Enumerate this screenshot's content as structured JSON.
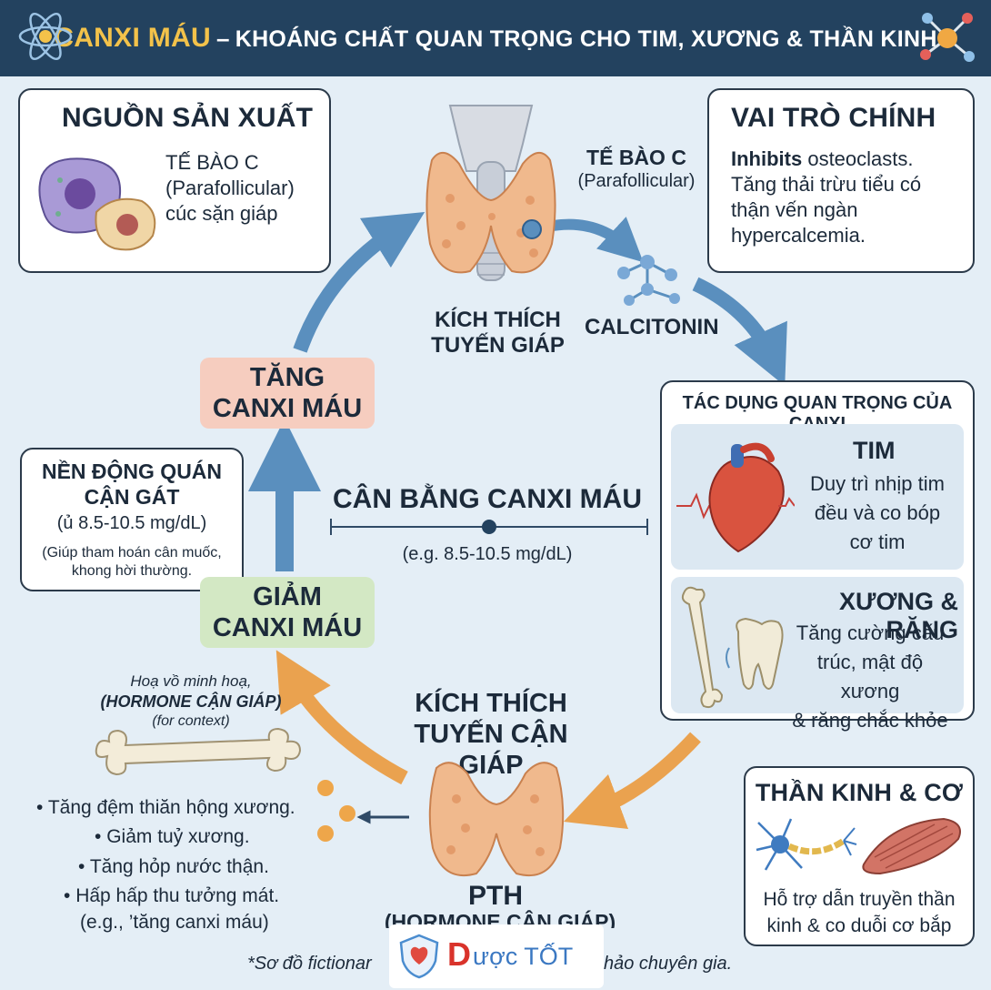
{
  "header": {
    "title_accent": "CANXI MÁU",
    "title_dash": "–",
    "title_rest": "KHOÁNG CHẤT QUAN TRỌNG CHO TIM, XƯƠNG & THẦN KINH"
  },
  "source_card": {
    "title": "NGUỒN SẢN XUẤT",
    "lines": [
      "TẾ BÀO C",
      "(Parafollicular)",
      "cúc sặn giáp"
    ]
  },
  "thyroid_top": {
    "cell_title": "TẾ BÀO C",
    "cell_sub": "(Parafollicular)",
    "stim_line1": "KÍCH THÍCH",
    "stim_line2": "TUYẾN GIÁP",
    "calcitonin": "CALCITONIN"
  },
  "role_card": {
    "title": "VAI TRÒ CHÍNH",
    "bold_word": "Inhibits",
    "first_rest": " osteoclasts.",
    "lines": [
      "Tăng thải trừu tiểu có",
      "thận vến ngàn",
      "hypercalcemia."
    ]
  },
  "increase": {
    "line1": "TĂNG",
    "line2": "CANXI MÁU"
  },
  "normal_card": {
    "title1": "NỀN ĐỘNG QUÁN",
    "title2": "CẬN GÁT",
    "range": "(ủ 8.5-10.5 mg/dL)",
    "note1": "(Giúp tham hoán cân muốc,",
    "note2": "khong hời thường."
  },
  "balance": {
    "title": "CÂN BẰNG CANXI MÁU",
    "caption": "(e.g. 8.5-10.5 mg/dL)"
  },
  "decrease": {
    "line1": "GIẢM",
    "line2": "CANXI MÁU"
  },
  "effects": {
    "title": "TÁC DỤNG QUAN TRỌNG CỦA CANXI",
    "heart": {
      "title": "TIM",
      "lines": [
        "Duy trì nhịp tim",
        "đều và co bóp",
        "cơ tim"
      ]
    },
    "bone": {
      "title": "XƯƠNG & RĂNG",
      "lines": [
        "Tăng cường cấu",
        "trúc, mật độ xương",
        "& răng chắc khỏe"
      ]
    }
  },
  "nerve_card": {
    "title": "THẦN KINH & CƠ",
    "lines": [
      "Hỗ trợ dẫn truyền thần",
      "kinh & co duỗi cơ bắp"
    ]
  },
  "illustration_note": {
    "line1": "Hoạ vồ minh hoạ,",
    "line2": "(HORMONE CẬN GIÁP)",
    "line3": "(for context)"
  },
  "pth_stim": {
    "line1": "KÍCH THÍCH",
    "line2": "TUYẾN CẬN GIÁP"
  },
  "pth": {
    "label": "PTH",
    "sub": "(HORMONE CẬN GIÁP)"
  },
  "pth_effects": [
    "Tăng đệm thiăn hộng xương.",
    "Giảm tuỷ xương.",
    "Tăng hỏp nước thận.",
    "Hấp hấp thu tưởng mát."
  ],
  "pth_example": "(e.g., ’tăng canxi máu)",
  "footer": {
    "note_left": "*Sơ đồ fictionar",
    "note_right": "hảo chuyên gia.",
    "logo_d": "D",
    "logo_rest": "ược TỐT"
  },
  "colors": {
    "header_bg": "#23425f",
    "accent_yellow": "#f3c24a",
    "increase_pill": "#f6cdbf",
    "decrease_pill": "#d3e8c4",
    "arrow_blue": "#5a8fbe",
    "arrow_orange": "#eaa24f",
    "logo_red": "#d9332b"
  }
}
